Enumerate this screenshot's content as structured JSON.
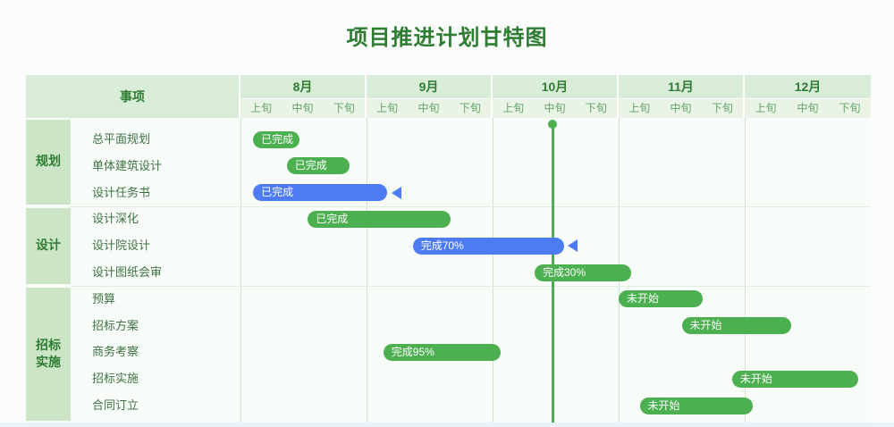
{
  "title": "项目推进计划甘特图",
  "header": {
    "item_column": "事项",
    "months": [
      "8月",
      "9月",
      "10月",
      "11月",
      "12月"
    ],
    "periods": [
      "上旬",
      "中旬",
      "下旬"
    ]
  },
  "colors": {
    "title_text": "#2e7d32",
    "bar_green": "#4caf50",
    "bar_blue": "#4d7bf2",
    "today_line": "#4caf50",
    "category_bg": "#cbe5c6",
    "header_bg": "#d9ecd7"
  },
  "chart_data": {
    "type": "gantt",
    "title": "项目推进计划甘特图",
    "x_axis": {
      "months": [
        "8月",
        "9月",
        "10月",
        "11月",
        "12月"
      ],
      "periods_per_month": [
        "上旬",
        "中旬",
        "下旬"
      ],
      "unit": "ten-day period (旬)",
      "range_units": [
        0,
        15
      ]
    },
    "today_marker_units": 7.43,
    "groups": [
      {
        "label": "规划",
        "tasks": [
          "总平面规划",
          "单体建筑设计",
          "设计任务书"
        ]
      },
      {
        "label": "设计",
        "tasks": [
          "设计深化",
          "设计院设计",
          "设计图纸会审"
        ]
      },
      {
        "label": "招标实施",
        "tasks": [
          "预算",
          "招标方案",
          "商务考察",
          "招标实施",
          "合同订立"
        ]
      }
    ],
    "bars": [
      {
        "task": "总平面规划",
        "group": "规划",
        "start": 0.3,
        "end": 1.4,
        "label": "已完成",
        "color": "green",
        "marker": false
      },
      {
        "task": "单体建筑设计",
        "group": "规划",
        "start": 1.1,
        "end": 2.6,
        "label": "已完成",
        "color": "green",
        "marker": false
      },
      {
        "task": "设计任务书",
        "group": "规划",
        "start": 0.3,
        "end": 3.5,
        "label": "已完成",
        "color": "blue",
        "marker": true
      },
      {
        "task": "设计深化",
        "group": "设计",
        "start": 1.6,
        "end": 5.0,
        "label": "已完成",
        "color": "green",
        "marker": false
      },
      {
        "task": "设计院设计",
        "group": "设计",
        "start": 4.1,
        "end": 7.7,
        "label": "完成70%",
        "color": "blue",
        "marker": true
      },
      {
        "task": "设计图纸会审",
        "group": "设计",
        "start": 7.0,
        "end": 9.3,
        "label": "完成30%",
        "color": "green",
        "marker": false
      },
      {
        "task": "预算",
        "group": "招标实施",
        "start": 9.0,
        "end": 11.0,
        "label": "未开始",
        "color": "green",
        "marker": false
      },
      {
        "task": "招标方案",
        "group": "招标实施",
        "start": 10.5,
        "end": 13.1,
        "label": "未开始",
        "color": "green",
        "marker": false
      },
      {
        "task": "商务考察",
        "group": "招标实施",
        "start": 3.4,
        "end": 6.2,
        "label": "完成95%",
        "color": "green",
        "marker": false
      },
      {
        "task": "招标实施",
        "group": "招标实施",
        "start": 11.7,
        "end": 14.7,
        "label": "未开始",
        "color": "green",
        "marker": false
      },
      {
        "task": "合同订立",
        "group": "招标实施",
        "start": 9.5,
        "end": 12.2,
        "label": "未开始",
        "color": "green",
        "marker": false
      }
    ]
  }
}
